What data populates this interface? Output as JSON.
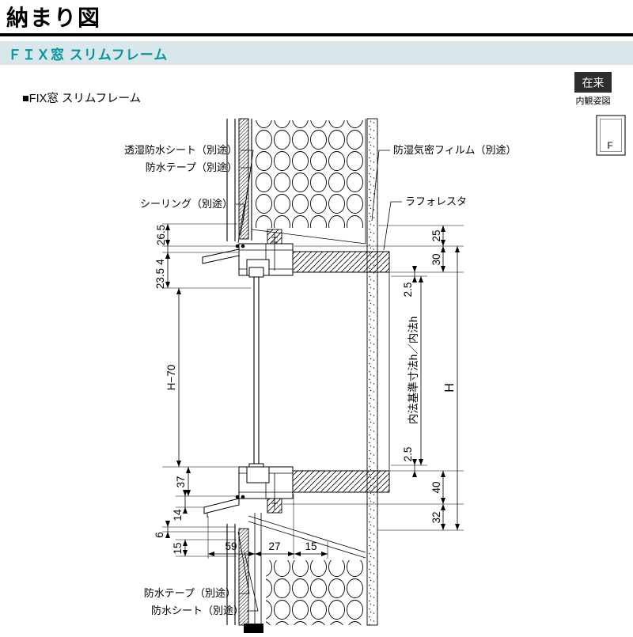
{
  "header": {
    "title": "納まり図",
    "banner": "ＦＩＸ窓 スリムフレーム"
  },
  "corner": {
    "construction_tag": "在来",
    "view_caption": "内観姿図",
    "window_letter": "F"
  },
  "section_heading": "■FIX窓 スリムフレーム",
  "callouts": {
    "moisture_sheet": "透湿防水シート（別途）",
    "tape_top": "防水テープ（別途）",
    "sealing": "シーリング（別途）",
    "vapor_film": "防湿気密フィルム（別途）",
    "laforesta": "ラフォレスタ",
    "tape_bottom": "防水テープ（別途）",
    "sheet_bottom": "防水シート（別途）"
  },
  "dimensions": {
    "left": {
      "a": "26.5",
      "b": "4",
      "c": "23.5",
      "d": "H−70",
      "e": "37",
      "f": "14",
      "g": "6",
      "h": "15"
    },
    "bottom": {
      "a": "59",
      "b": "27",
      "c": "15"
    },
    "right": {
      "a": "25",
      "b": "30",
      "c": "2.5",
      "d": "内法基準寸法h／内法h",
      "e": "2.5",
      "f": "40",
      "g": "32",
      "h": "H"
    }
  }
}
